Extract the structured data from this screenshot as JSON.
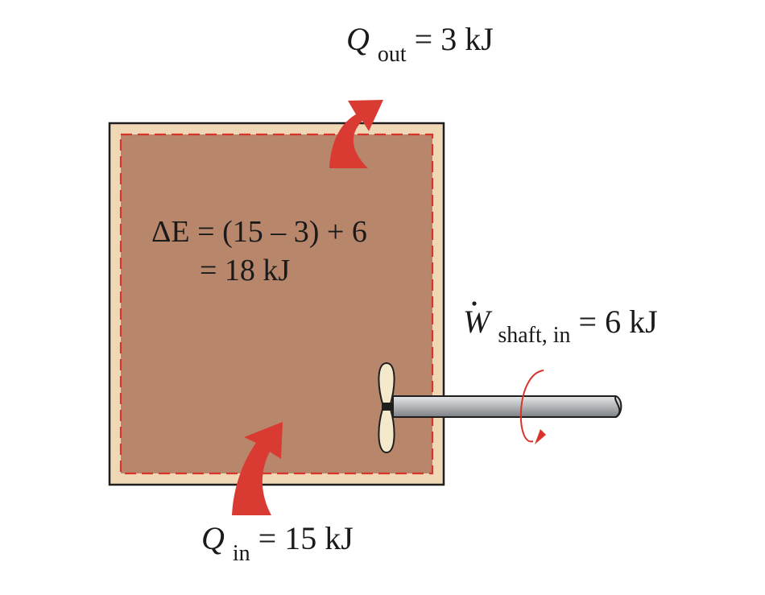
{
  "diagram": {
    "q_out": {
      "symbol": "Q",
      "subscript": "out",
      "value": " = 3 kJ"
    },
    "q_in": {
      "symbol": "Q",
      "subscript": "in",
      "value": " = 15 kJ"
    },
    "w_shaft": {
      "symbol": "W",
      "subscript": "shaft, in",
      "value": " = 6 kJ"
    },
    "energy_balance": {
      "line1": "ΔE = (15 – 3) + 6",
      "line2": "= 18 kJ"
    }
  },
  "colors": {
    "system_fill": "#b8876b",
    "insulation": "#f0d7b6",
    "boundary_dash": "#d9342b",
    "heat_arrow": "#d93a31",
    "shaft": "#b9bcbf",
    "propeller": "#f5e9cc",
    "rotation_arrow": "#d9342b"
  }
}
